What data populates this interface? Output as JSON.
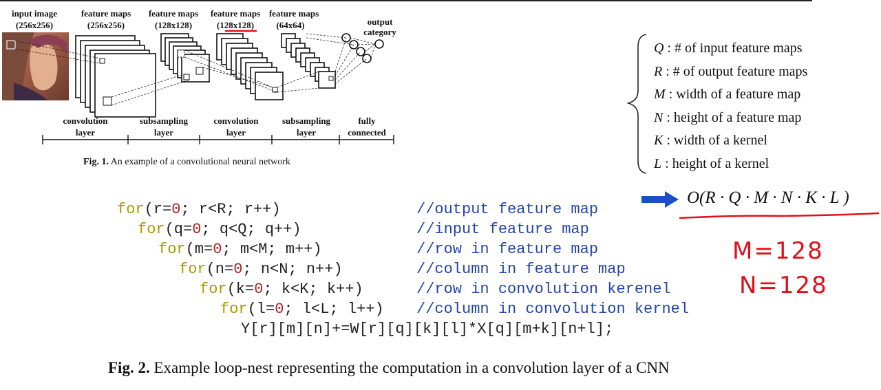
{
  "fig1": {
    "labels": {
      "input_image": "input image",
      "input_size": "(256x256)",
      "fm1": "feature maps",
      "fm1_size": "(256x256)",
      "fm2": "feature maps",
      "fm2_size": "(128x128)",
      "fm3": "feature maps",
      "fm3_size": "(128x128)",
      "fm4": "feature maps",
      "fm4_size": "(64x64)",
      "output1": "output",
      "output2": "category"
    },
    "layers": [
      {
        "line1": "convolution",
        "line2": "layer"
      },
      {
        "line1": "subsampling",
        "line2": "layer"
      },
      {
        "line1": "convolution",
        "line2": "layer"
      },
      {
        "line1": "subsampling",
        "line2": "layer"
      },
      {
        "line1": "fully",
        "line2": "connected"
      }
    ],
    "caption_prefix": "Fig. 1.",
    "caption_text": " An example of a convolutional neural network"
  },
  "definitions": [
    {
      "var": "Q",
      "text": "# of input feature maps"
    },
    {
      "var": "R",
      "text": "# of output feature maps"
    },
    {
      "var": "M",
      "text": "width of a feature map"
    },
    {
      "var": "N",
      "text": "height of a feature map"
    },
    {
      "var": "K",
      "text": "width of a kernel"
    },
    {
      "var": "L",
      "text": "height of a kernel"
    }
  ],
  "formula": "O(R · Q · M · N · K · L )",
  "code": {
    "loops": [
      {
        "kw": "for",
        "a": "(r=",
        "zero": "0",
        "b": "; r<R; r++)",
        "comment": "//output feature map"
      },
      {
        "kw": "for",
        "a": "(q=",
        "zero": "0",
        "b": "; q<Q; q++)",
        "comment": "//input feature map"
      },
      {
        "kw": "for",
        "a": "(m=",
        "zero": "0",
        "b": "; m<M; m++)",
        "comment": "//row in feature map"
      },
      {
        "kw": "for",
        "a": "(n=",
        "zero": "0",
        "b": "; n<N; n++)",
        "comment": "//column in feature map"
      },
      {
        "kw": "for",
        "a": "(k=",
        "zero": "0",
        "b": "; k<K; k++)",
        "comment": "//row in convolution kerenel"
      },
      {
        "kw": "for",
        "a": "(l=",
        "zero": "0",
        "b": "; l<L; l++)",
        "comment": "//column in convolution kernel"
      }
    ],
    "statement": "Y[r][m][n]+=W[r][q][k][l]*X[q][m+k][n+l];"
  },
  "handwritten": {
    "m": "M=128",
    "n": "N=128"
  },
  "fig2": {
    "caption_prefix": "Fig. 2.",
    "caption_text": " Example loop-nest representing the computation in a convolution layer of a CNN"
  },
  "colors": {
    "keyword": "#a99800",
    "zero": "#b22222",
    "comment": "#2244aa",
    "annotation_red": "#e0101a",
    "arrow_blue": "#1a4fc8"
  }
}
